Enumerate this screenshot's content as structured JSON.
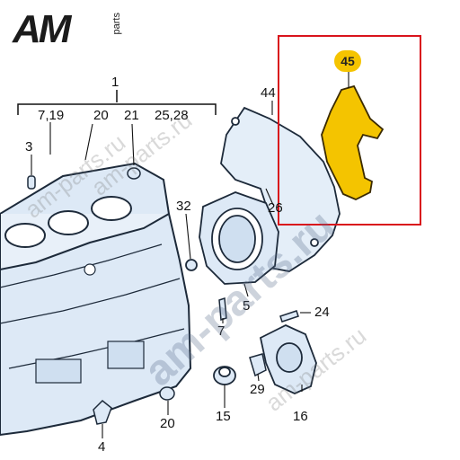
{
  "logo": {
    "main_text": "AM",
    "sub_text": "parts"
  },
  "watermark": {
    "text": "am-parts.ru"
  },
  "highlight": {
    "part_number": "45",
    "badge_color": "#f5c400",
    "box_color": "#d9141c"
  },
  "callouts": {
    "group_1": "1",
    "group_1_items": [
      "7,19",
      "20",
      "21",
      "25,28"
    ],
    "p3": "3",
    "p44": "44",
    "p26": "26",
    "p32": "32",
    "p5": "5",
    "p7": "7",
    "p24": "24",
    "p29": "29",
    "p20": "20",
    "p4": "4",
    "p15": "15",
    "p16": "16"
  },
  "colors": {
    "part_blue": "#dde9f6",
    "part_outline": "#1d2a3a",
    "highlight_part": "#f4c400"
  }
}
